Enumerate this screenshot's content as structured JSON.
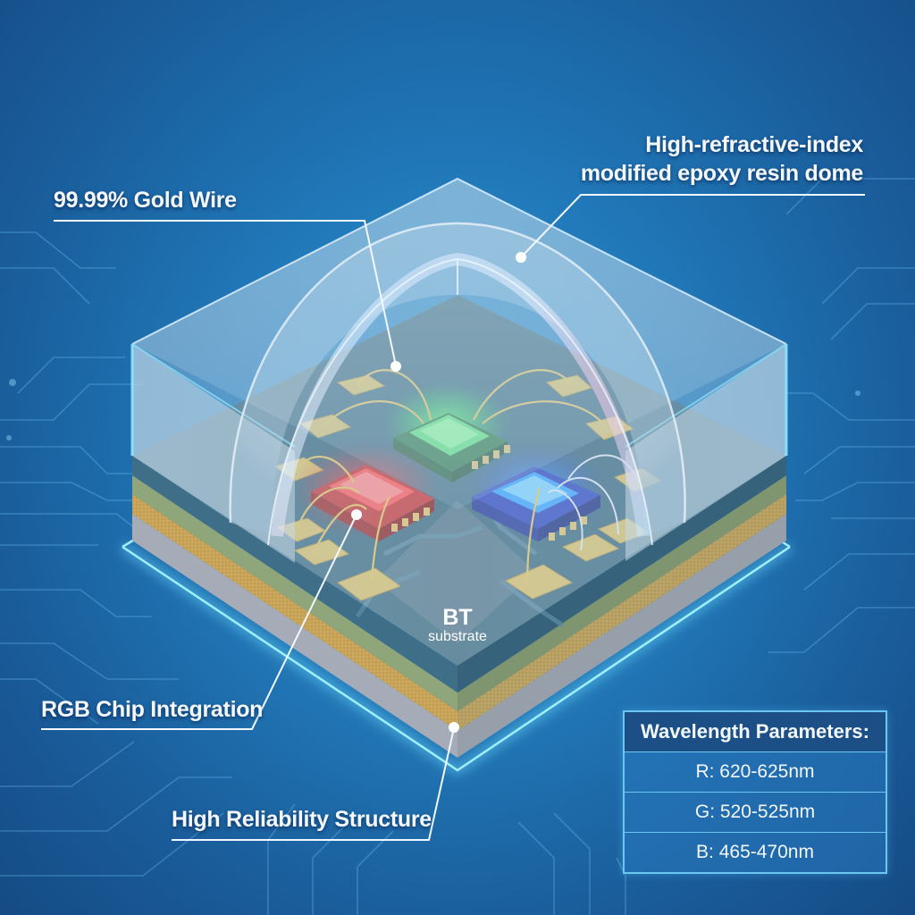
{
  "callouts": {
    "dome": {
      "line1": "High-refractive-index",
      "line2": "modified epoxy resin dome"
    },
    "gold_wire": "99.99% Gold Wire",
    "rgb_chip": "RGB Chip Integration",
    "reliability": "High Reliability Structure"
  },
  "substrate": {
    "main": "BT",
    "sub": "substrate"
  },
  "wavelength_table": {
    "title": "Wavelength Parameters:",
    "rows": [
      {
        "label": "R: 620-625nm",
        "color": "#ff3a3a"
      },
      {
        "label": "G: 520-525nm",
        "color": "#3dff5a"
      },
      {
        "label": "B: 465-470nm",
        "color": "#3a6cff"
      }
    ]
  },
  "colors": {
    "background": "#1f78b9",
    "glow": "#6fe0ff",
    "resin": "#bcd6e6",
    "pcb": "#3d6a80",
    "pad_gold": "#d9bf6a",
    "chip_red": "#ff4040",
    "chip_green": "#3ee86a",
    "chip_blue": "#3c6cff",
    "layer_green": "#8fa57a",
    "layer_gold": "#c9a55a",
    "layer_gray": "#a8aeb8"
  },
  "icons": {
    "callout_dot": "filled-circle"
  }
}
